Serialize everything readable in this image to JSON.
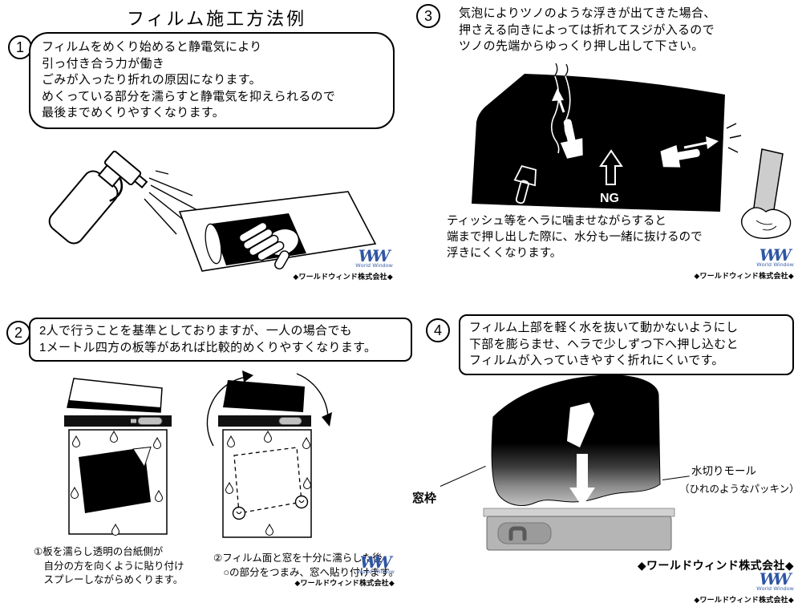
{
  "page": {
    "title": "フィルム施工方法例"
  },
  "brand": {
    "logo": "WW",
    "logo_caption": "World Window",
    "logo_color": "#2f55a4",
    "company_mark": "◆ワールドウィンド株式会社◆"
  },
  "steps": [
    {
      "number": "1",
      "lines": [
        "フィルムをめくり始めると静電気により",
        "引っ付き合う力が働き",
        "ごみが入ったり折れの原因になります。",
        "めくっている部分を濡らすと静電気を抑えられるので",
        "最後までめくりやすくなります。"
      ]
    },
    {
      "number": "2",
      "lines": [
        "2人で行うことを基準としておりますが、一人の場合でも",
        "1メートル四方の板等があれば比較的めくりやすくなります。"
      ],
      "caption1": [
        "①板を濡らし透明の台紙側が",
        "　自分の方を向くように貼り付け",
        "　スプレーしながらめくります。"
      ],
      "caption2": [
        "②フィルム面と窓を十分に濡らした後",
        "　○の部分をつまみ、窓へ貼り付けます。"
      ]
    },
    {
      "number": "3",
      "lines": [
        "気泡によりツノのような浮きが出てきた場合、",
        "押さえる向きによっては折れてスジが入るので",
        "ツノの先端からゆっくり押し出して下さい。"
      ],
      "ng_label": "NG",
      "note": [
        "ティッシュ等をヘラに噛ませながらすると",
        "端まで押し出した際に、水分も一緒に抜けるので",
        "浮きにくくなります。"
      ]
    },
    {
      "number": "4",
      "lines": [
        "フィルム上部を軽く水を抜いて動かないようにし",
        "下部を膨らませ、ヘラで少しずつ下へ押し込むと",
        "フィルムが入っていきやすく折れにくいです。"
      ],
      "labels": {
        "window_frame": "窓枠",
        "drip_molding": "水切りモール",
        "drip_molding_note": "（ひれのようなパッキン）"
      }
    }
  ]
}
